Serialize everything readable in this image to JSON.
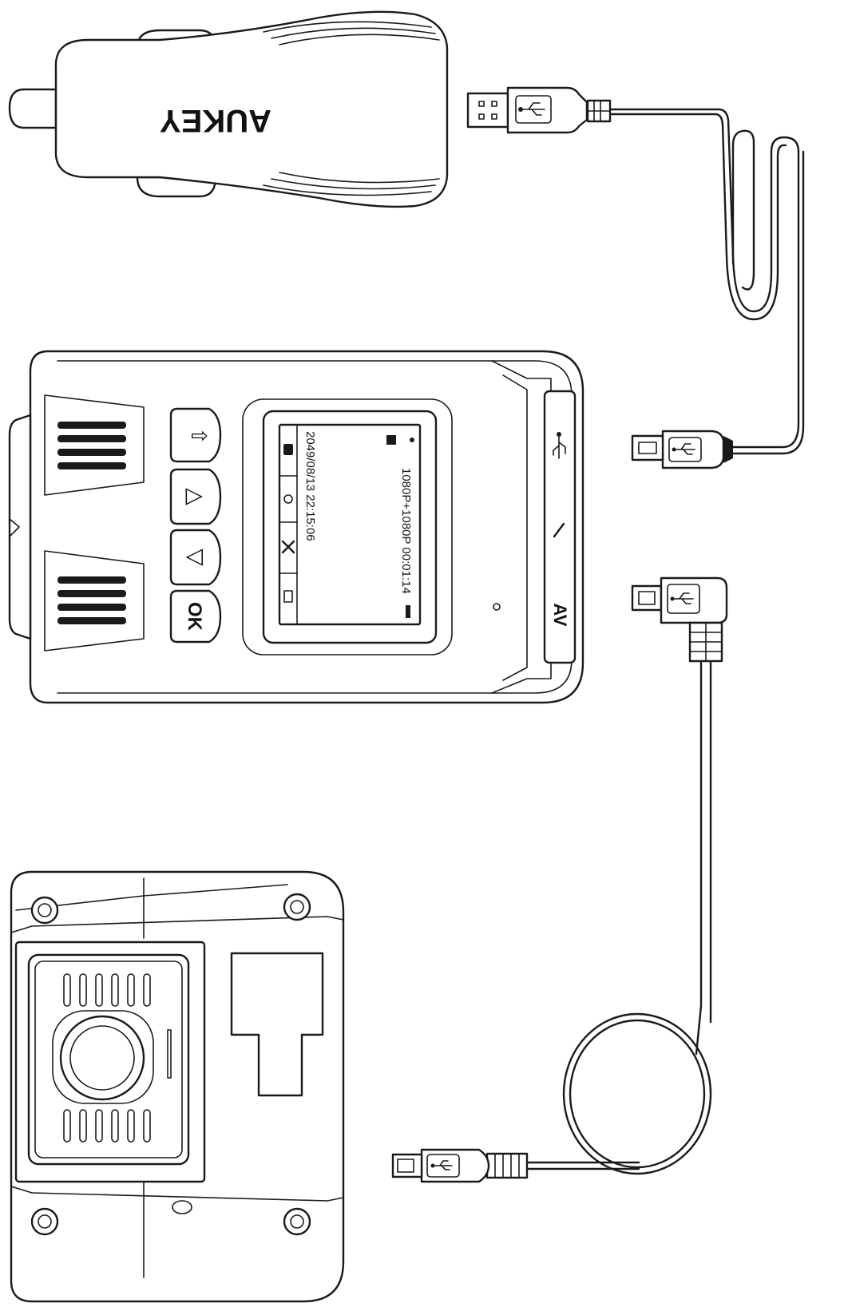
{
  "charger": {
    "brand": "AUKEY"
  },
  "dashcam": {
    "buttons": {
      "up_glyph": "⇧",
      "up2_glyph": "△",
      "down_glyph": "▽",
      "ok_label": "OK"
    },
    "side_port_labels": {
      "av": "AV"
    },
    "screen": {
      "resolution_time": "1080P+1080P  00:01:14",
      "datetime": "2049/08/13  22:15:06"
    }
  },
  "colors": {
    "line": "#1a1a1a",
    "background": "#ffffff"
  },
  "icons": [
    "usb-symbol-icon",
    "lock-icon",
    "mic-icon",
    "settings-icon",
    "camera-mode-icon"
  ]
}
